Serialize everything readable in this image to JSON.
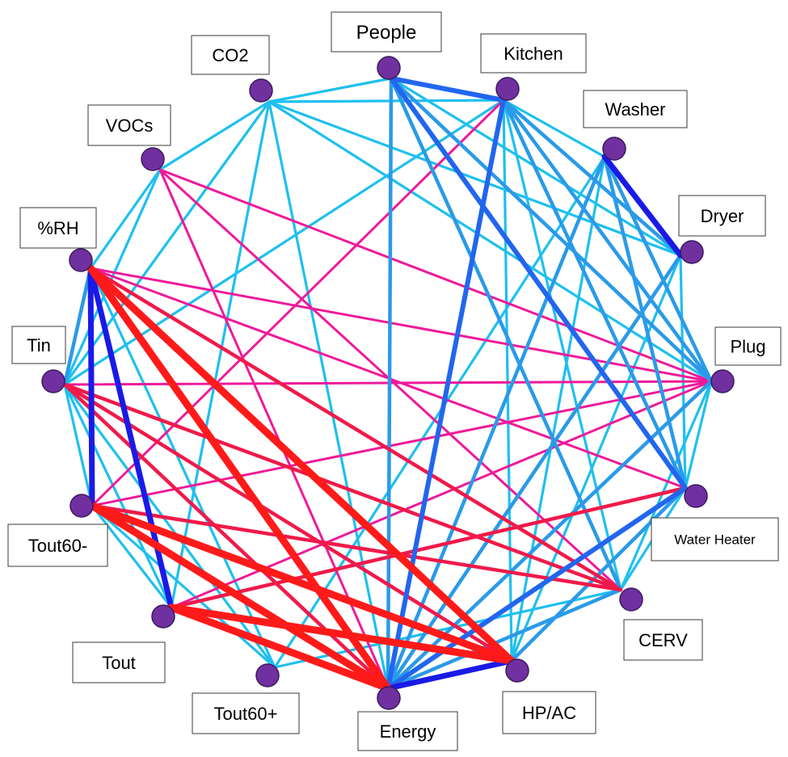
{
  "nodes": [
    {
      "id": "people",
      "label": "People"
    },
    {
      "id": "kitchen",
      "label": "Kitchen"
    },
    {
      "id": "washer",
      "label": "Washer"
    },
    {
      "id": "dryer",
      "label": "Dryer"
    },
    {
      "id": "plug",
      "label": "Plug"
    },
    {
      "id": "water_heater",
      "label": "Water Heater"
    },
    {
      "id": "cerv",
      "label": "CERV"
    },
    {
      "id": "hpac",
      "label": "HP/AC"
    },
    {
      "id": "energy",
      "label": "Energy"
    },
    {
      "id": "tout60p",
      "label": "Tout60+"
    },
    {
      "id": "tout",
      "label": "Tout"
    },
    {
      "id": "tout60m",
      "label": "Tout60-"
    },
    {
      "id": "tin",
      "label": "Tin"
    },
    {
      "id": "rh",
      "label": "%RH"
    },
    {
      "id": "vocs",
      "label": "VOCs"
    },
    {
      "id": "co2",
      "label": "CO2"
    }
  ],
  "colors": {
    "node_fill": "#7030a0",
    "node_stroke": "#3b1a5c",
    "pos_strong": "#1a1ae6",
    "pos_med": "#2266ee",
    "pos_mid": "#2a9ae8",
    "pos_weak": "#1ec0ee",
    "neg_strong": "#ff1a1a",
    "neg_med": "#f01a4a",
    "neg_weak": "#ee1a9a"
  },
  "edges": [
    {
      "from": "people",
      "to": "kitchen",
      "strength": "pos_med"
    },
    {
      "from": "people",
      "to": "energy",
      "strength": "pos_mid"
    },
    {
      "from": "people",
      "to": "water_heater",
      "strength": "pos_med"
    },
    {
      "from": "people",
      "to": "cerv",
      "strength": "pos_mid"
    },
    {
      "from": "people",
      "to": "plug",
      "strength": "pos_mid"
    },
    {
      "from": "people",
      "to": "dryer",
      "strength": "pos_weak"
    },
    {
      "from": "co2",
      "to": "people",
      "strength": "pos_weak"
    },
    {
      "from": "co2",
      "to": "kitchen",
      "strength": "pos_weak"
    },
    {
      "from": "co2",
      "to": "vocs",
      "strength": "pos_weak"
    },
    {
      "from": "co2",
      "to": "tout",
      "strength": "pos_weak"
    },
    {
      "from": "co2",
      "to": "energy",
      "strength": "pos_weak"
    },
    {
      "from": "co2",
      "to": "dryer",
      "strength": "pos_weak"
    },
    {
      "from": "co2",
      "to": "plug",
      "strength": "pos_weak"
    },
    {
      "from": "co2",
      "to": "tin",
      "strength": "pos_weak"
    },
    {
      "from": "kitchen",
      "to": "energy",
      "strength": "pos_med"
    },
    {
      "from": "kitchen",
      "to": "hpac",
      "strength": "pos_weak"
    },
    {
      "from": "kitchen",
      "to": "dryer",
      "strength": "pos_mid"
    },
    {
      "from": "kitchen",
      "to": "plug",
      "strength": "pos_mid"
    },
    {
      "from": "kitchen",
      "to": "water_heater",
      "strength": "pos_mid"
    },
    {
      "from": "kitchen",
      "to": "cerv",
      "strength": "pos_weak"
    },
    {
      "from": "kitchen",
      "to": "washer",
      "strength": "pos_weak"
    },
    {
      "from": "kitchen",
      "to": "tout60m",
      "strength": "neg_weak"
    },
    {
      "from": "kitchen",
      "to": "tin",
      "strength": "pos_weak"
    },
    {
      "from": "washer",
      "to": "dryer",
      "strength": "pos_strong"
    },
    {
      "from": "washer",
      "to": "plug",
      "strength": "pos_mid"
    },
    {
      "from": "washer",
      "to": "water_heater",
      "strength": "pos_mid"
    },
    {
      "from": "washer",
      "to": "energy",
      "strength": "pos_mid"
    },
    {
      "from": "washer",
      "to": "hpac",
      "strength": "pos_weak"
    },
    {
      "from": "washer",
      "to": "tout60p",
      "strength": "pos_weak"
    },
    {
      "from": "dryer",
      "to": "water_heater",
      "strength": "pos_weak"
    },
    {
      "from": "dryer",
      "to": "energy",
      "strength": "pos_mid"
    },
    {
      "from": "dryer",
      "to": "hpac",
      "strength": "pos_weak"
    },
    {
      "from": "plug",
      "to": "water_heater",
      "strength": "pos_weak"
    },
    {
      "from": "plug",
      "to": "energy",
      "strength": "pos_mid"
    },
    {
      "from": "plug",
      "to": "cerv",
      "strength": "pos_weak"
    },
    {
      "from": "plug",
      "to": "rh",
      "strength": "neg_weak"
    },
    {
      "from": "plug",
      "to": "vocs",
      "strength": "neg_weak"
    },
    {
      "from": "plug",
      "to": "tin",
      "strength": "neg_weak"
    },
    {
      "from": "plug",
      "to": "tout60m",
      "strength": "neg_weak"
    },
    {
      "from": "plug",
      "to": "tout",
      "strength": "neg_weak"
    },
    {
      "from": "water_heater",
      "to": "energy",
      "strength": "pos_med"
    },
    {
      "from": "water_heater",
      "to": "cerv",
      "strength": "pos_weak"
    },
    {
      "from": "water_heater",
      "to": "hpac",
      "strength": "pos_mid"
    },
    {
      "from": "water_heater",
      "to": "tout",
      "strength": "neg_med"
    },
    {
      "from": "water_heater",
      "to": "rh",
      "strength": "neg_weak"
    },
    {
      "from": "cerv",
      "to": "energy",
      "strength": "pos_mid"
    },
    {
      "from": "cerv",
      "to": "tout60m",
      "strength": "neg_med"
    },
    {
      "from": "cerv",
      "to": "tin",
      "strength": "neg_med"
    },
    {
      "from": "cerv",
      "to": "rh",
      "strength": "neg_med"
    },
    {
      "from": "cerv",
      "to": "tout60p",
      "strength": "pos_weak"
    },
    {
      "from": "hpac",
      "to": "energy",
      "strength": "pos_strong"
    },
    {
      "from": "hpac",
      "to": "tout60m",
      "strength": "neg_strong"
    },
    {
      "from": "hpac",
      "to": "tout",
      "strength": "neg_strong"
    },
    {
      "from": "hpac",
      "to": "rh",
      "strength": "neg_strong"
    },
    {
      "from": "hpac",
      "to": "tin",
      "strength": "neg_med"
    },
    {
      "from": "energy",
      "to": "tout60m",
      "strength": "neg_strong"
    },
    {
      "from": "energy",
      "to": "tout",
      "strength": "neg_strong"
    },
    {
      "from": "energy",
      "to": "rh",
      "strength": "neg_strong"
    },
    {
      "from": "energy",
      "to": "tin",
      "strength": "neg_med"
    },
    {
      "from": "energy",
      "to": "vocs",
      "strength": "neg_weak"
    },
    {
      "from": "tout60p",
      "to": "tin",
      "strength": "pos_weak"
    },
    {
      "from": "tout60p",
      "to": "tout60m",
      "strength": "pos_weak"
    },
    {
      "from": "tout60p",
      "to": "rh",
      "strength": "pos_weak"
    },
    {
      "from": "tout",
      "to": "tout60m",
      "strength": "pos_weak"
    },
    {
      "from": "tout",
      "to": "rh",
      "strength": "pos_strong"
    },
    {
      "from": "tout",
      "to": "tin",
      "strength": "pos_weak"
    },
    {
      "from": "tout60m",
      "to": "rh",
      "strength": "pos_strong"
    },
    {
      "from": "tout60m",
      "to": "tin",
      "strength": "pos_weak"
    },
    {
      "from": "tin",
      "to": "rh",
      "strength": "pos_mid"
    },
    {
      "from": "tin",
      "to": "vocs",
      "strength": "pos_weak"
    },
    {
      "from": "vocs",
      "to": "rh",
      "strength": "pos_weak"
    },
    {
      "from": "vocs",
      "to": "cerv",
      "strength": "neg_weak"
    }
  ]
}
